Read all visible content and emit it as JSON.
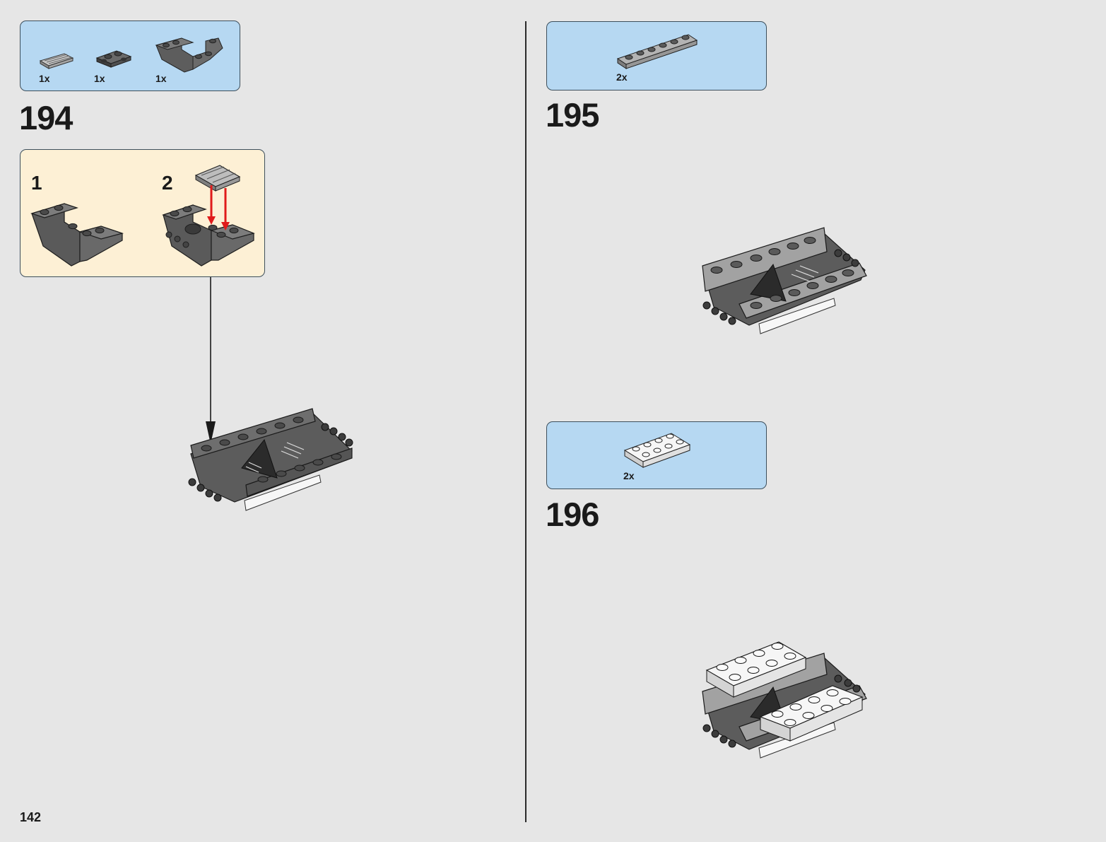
{
  "page": {
    "number": "142"
  },
  "steps": [
    {
      "number": "194",
      "parts": [
        {
          "qty": "1x",
          "part": "tile-1x2-grille-icon"
        },
        {
          "qty": "1x",
          "part": "plate-1x2-with-clips-icon"
        },
        {
          "qty": "1x",
          "part": "slope-inverted-double-icon"
        }
      ],
      "substeps": [
        {
          "number": "1"
        },
        {
          "number": "2"
        }
      ]
    },
    {
      "number": "195",
      "parts": [
        {
          "qty": "2x",
          "part": "plate-1x6-light-gray-icon"
        }
      ]
    },
    {
      "number": "196",
      "parts": [
        {
          "qty": "2x",
          "part": "plate-2x4-white-icon"
        }
      ]
    }
  ],
  "colors": {
    "background": "#e6e6e6",
    "parts_box": "#b6d8f2",
    "substep_box": "#fdf0d5",
    "dark_gray_brick": "#5a5a5a",
    "light_gray_brick": "#9e9e9e",
    "white_brick": "#f4f4f4",
    "arrow_red": "#e01b1b"
  }
}
